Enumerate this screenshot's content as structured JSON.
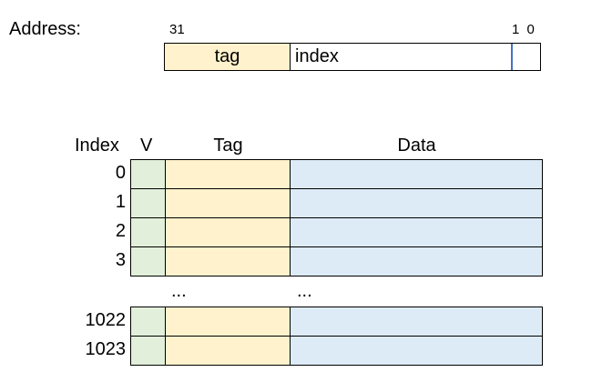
{
  "address": {
    "label": "Address:",
    "msb_bit": "31",
    "lsb_bits": "1 0",
    "tag_label": "tag",
    "index_label": "index"
  },
  "table": {
    "headers": {
      "index": "Index",
      "valid": "V",
      "tag": "Tag",
      "data": "Data"
    },
    "rows_top": [
      "0",
      "1",
      "2",
      "3"
    ],
    "ellipsis_tag": "...",
    "ellipsis_data": "...",
    "rows_bottom": [
      "1022",
      "1023"
    ]
  },
  "colors": {
    "valid_fill": "#e2efda",
    "tag_fill": "#fff2cc",
    "data_fill": "#ddebf7",
    "offset_divider": "#4472c4"
  }
}
